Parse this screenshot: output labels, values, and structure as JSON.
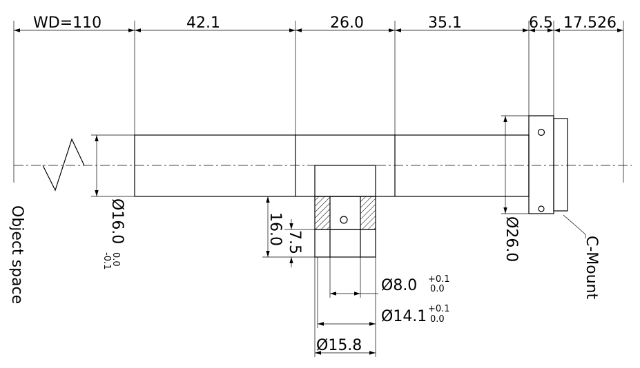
{
  "top_dimensions": {
    "wd": "WD=110",
    "d1": "42.1",
    "d2": "26.0",
    "d3": "35.1",
    "d4": "6.5",
    "d5": "17.526"
  },
  "side_labels": {
    "object_space": "Object space",
    "c_mount": "C-Mount"
  },
  "diameters": {
    "body": {
      "main": "Ø16.0",
      "tol_upper": "0.0",
      "tol_lower": "-0.1"
    },
    "mount": "Ø26.0",
    "port_inner": {
      "main": "Ø8.0",
      "tol_upper": "+0.1",
      "tol_lower": "0.0"
    },
    "port_mid": {
      "main": "Ø14.1",
      "tol_upper": "+0.1",
      "tol_lower": "0.0"
    },
    "port_outer": "Ø15.8"
  },
  "port_dimensions": {
    "height": "16.0",
    "depth": "7.5"
  }
}
